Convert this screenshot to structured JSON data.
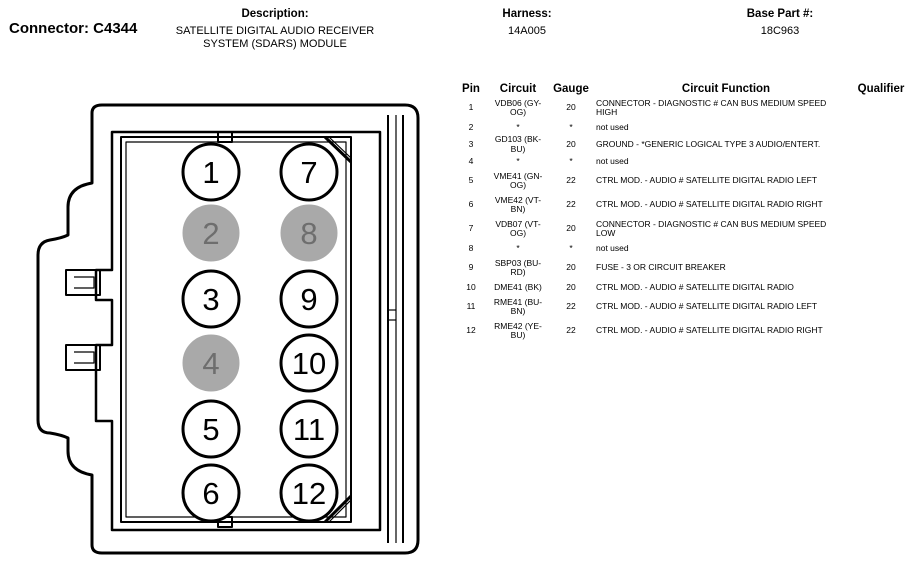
{
  "header": {
    "connector": "Connector: C4344",
    "description_label": "Description:",
    "description_lines": [
      "SATELLITE DIGITAL AUDIO RECEIVER",
      "SYSTEM (SDARS) MODULE"
    ],
    "harness_label": "Harness:",
    "harness_value": "14A005",
    "base_part_label": "Base Part #:",
    "base_part_value": "18C963"
  },
  "table": {
    "headers": {
      "pin": "Pin",
      "circuit": "Circuit",
      "gauge": "Gauge",
      "function": "Circuit Function",
      "qualifier": "Qualifier"
    },
    "rows": [
      {
        "pin": "1",
        "circuit": [
          "VDB06 (GY-",
          "OG)"
        ],
        "gauge": "20",
        "function": [
          "CONNECTOR - DIAGNOSTIC # CAN BUS MEDIUM SPEED",
          "HIGH"
        ],
        "qualifier": ""
      },
      {
        "pin": "2",
        "circuit": [
          "*"
        ],
        "gauge": "*",
        "function": [
          "not used"
        ],
        "qualifier": ""
      },
      {
        "pin": "3",
        "circuit": [
          "GD103 (BK-BU)"
        ],
        "gauge": "20",
        "function": [
          "GROUND - *GENERIC LOGICAL TYPE 3 AUDIO/ENTERT."
        ],
        "qualifier": ""
      },
      {
        "pin": "4",
        "circuit": [
          "*"
        ],
        "gauge": "*",
        "function": [
          "not used"
        ],
        "qualifier": ""
      },
      {
        "pin": "5",
        "circuit": [
          "VME41 (GN-",
          "OG)"
        ],
        "gauge": "22",
        "function": [
          "CTRL MOD. - AUDIO # SATELLITE DIGITAL RADIO LEFT"
        ],
        "qualifier": ""
      },
      {
        "pin": "6",
        "circuit": [
          "VME42 (VT-",
          "BN)"
        ],
        "gauge": "22",
        "function": [
          "CTRL MOD. - AUDIO # SATELLITE DIGITAL RADIO RIGHT"
        ],
        "qualifier": ""
      },
      {
        "pin": "7",
        "circuit": [
          "VDB07 (VT-",
          "OG)"
        ],
        "gauge": "20",
        "function": [
          "CONNECTOR - DIAGNOSTIC # CAN BUS MEDIUM SPEED",
          "LOW"
        ],
        "qualifier": ""
      },
      {
        "pin": "8",
        "circuit": [
          "*"
        ],
        "gauge": "*",
        "function": [
          "not used"
        ],
        "qualifier": ""
      },
      {
        "pin": "9",
        "circuit": [
          "SBP03 (BU-",
          "RD)"
        ],
        "gauge": "20",
        "function": [
          "FUSE - 3 OR CIRCUIT BREAKER"
        ],
        "qualifier": ""
      },
      {
        "pin": "10",
        "circuit": [
          "DME41 (BK)"
        ],
        "gauge": "20",
        "function": [
          "CTRL MOD. - AUDIO # SATELLITE DIGITAL RADIO"
        ],
        "qualifier": ""
      },
      {
        "pin": "11",
        "circuit": [
          "RME41 (BU-",
          "BN)"
        ],
        "gauge": "22",
        "function": [
          "CTRL MOD. - AUDIO # SATELLITE DIGITAL RADIO LEFT"
        ],
        "qualifier": ""
      },
      {
        "pin": "12",
        "circuit": [
          "RME42 (YE-",
          "BU)"
        ],
        "gauge": "22",
        "function": [
          "CTRL MOD. - AUDIO # SATELLITE DIGITAL RADIO RIGHT"
        ],
        "qualifier": ""
      }
    ]
  },
  "connector": {
    "pins": [
      {
        "label": "1",
        "used": true
      },
      {
        "label": "2",
        "used": false
      },
      {
        "label": "3",
        "used": true
      },
      {
        "label": "4",
        "used": false
      },
      {
        "label": "5",
        "used": true
      },
      {
        "label": "6",
        "used": true
      },
      {
        "label": "7",
        "used": true
      },
      {
        "label": "8",
        "used": false
      },
      {
        "label": "9",
        "used": true
      },
      {
        "label": "10",
        "used": true
      },
      {
        "label": "11",
        "used": true
      },
      {
        "label": "12",
        "used": true
      }
    ],
    "colors": {
      "used_fill": "#ffffff",
      "unused_fill": "#a9a9a9",
      "unused_text": "#6e6e6e",
      "line": "#000000"
    }
  }
}
